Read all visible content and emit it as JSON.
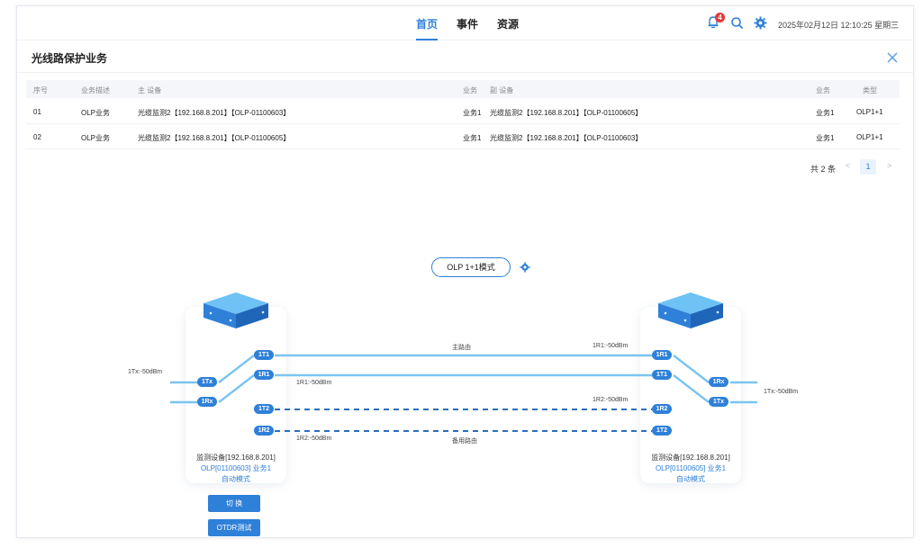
{
  "nav": {
    "tabs": [
      {
        "label": "首页",
        "active": true
      },
      {
        "label": "事件",
        "active": false
      },
      {
        "label": "资源",
        "active": false
      }
    ],
    "alarm_count": "4",
    "datetime": "2025年02月12日 12:10:25 星期三"
  },
  "panel": {
    "title": "光线路保护业务"
  },
  "table": {
    "headers": [
      "序号",
      "业务描述",
      "主 设备",
      "业务",
      "副 设备",
      "业务",
      "类型"
    ],
    "rows": [
      {
        "no": "01",
        "desc": "OLP业务",
        "main": "光缆监测2【192.168.8.201】【OLP-01100603】",
        "svc1": "业务1",
        "sub": "光缆监测2【192.168.8.201】【OLP-01100605】",
        "svc2": "业务1",
        "type": "OLP1+1"
      },
      {
        "no": "02",
        "desc": "OLP业务",
        "main": "光缆监测2【192.168.8.201】【OLP-01100605】",
        "svc1": "业务1",
        "sub": "光缆监测2【192.168.8.201】【OLP-01100603】",
        "svc2": "业务1",
        "type": "OLP1+1"
      }
    ],
    "total": "共 2 条",
    "page": "1",
    "prev": "<",
    "next": ">"
  },
  "diagram": {
    "mode": "OLP 1+1模式",
    "left": {
      "name": "监测设备[192.168.8.201]",
      "olp": "OLP[01100603] 业务1",
      "mode": "自动模式",
      "ports": {
        "t1": "1T1",
        "r1": "1R1",
        "t2": "1T2",
        "r2": "1R2",
        "tx": "1Tx",
        "rx": "1Rx"
      },
      "tx_power": "1Tx:-50dBm",
      "r1_power": "1R1:-50dBm",
      "r2_power": "1R2:-50dBm"
    },
    "right": {
      "name": "监测设备[192.168.8.201]",
      "olp": "OLP[01100605] 业务1",
      "mode": "自动模式",
      "ports": {
        "r1": "1R1",
        "t1": "1T1",
        "r2": "1R2",
        "t2": "1T2",
        "rx": "1Rx",
        "tx": "1Tx"
      },
      "tx_power": "1Tx:-50dBm",
      "r1_power": "1R1:-50dBm",
      "r2_power": "1R2:-50dBm"
    },
    "main_route": "主路由",
    "backup_route": "备用路由",
    "actions": {
      "switch": "切 换",
      "otdr": "OTDR测试"
    }
  },
  "colors": {
    "accent": "#2f80d8",
    "line": "#7cc4f0",
    "badge": "#e53935"
  }
}
